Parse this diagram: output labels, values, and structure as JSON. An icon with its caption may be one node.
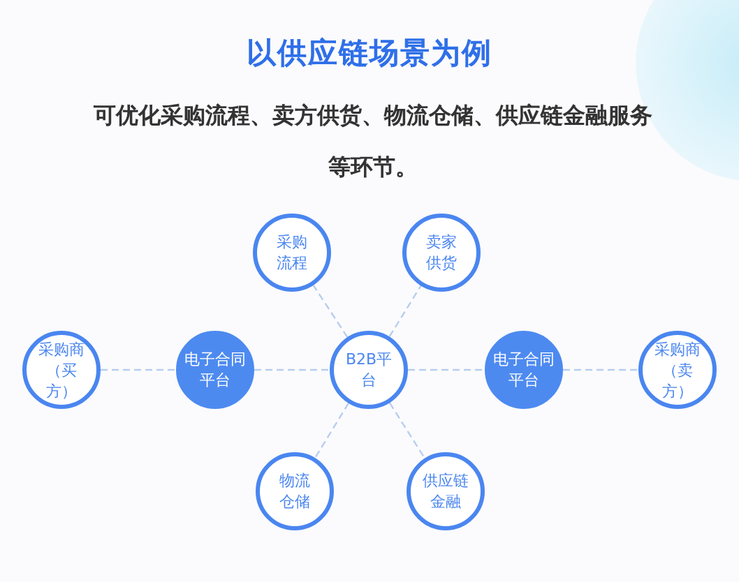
{
  "diagram": {
    "title": "以供应链场景为例",
    "nodes": [
      {
        "text": [
          "B2B平台"
        ]
      },
      {
        "text": [
          "采购流程"
        ]
      },
      {
        "text": [
          "卖家供货"
        ]
      },
      {
        "text": [
          "采购商（买方）"
        ]
      },
      {
        "text": [
          "电子合同平台"
        ]
      },
      {
        "text": [
          "电子合同平台"
        ]
      },
      {
        "text": [
          "采购商（卖方）"
        ]
      },
      {
        "text": [
          "物流仓储"
        ]
      },
      {
        "text": [
          "供应链金融"
        ]
      }
    ],
    "edges": [
      {
        "from": 0,
        "to": 1,
        "arrow": "none"
      },
      {
        "from": 0,
        "to": 2,
        "arrow": "none"
      },
      {
        "from": 3,
        "to": 4,
        "arrow": "none"
      },
      {
        "from": 4,
        "to": 0,
        "arrow": "none"
      },
      {
        "from": 0,
        "to": 5,
        "arrow": "none"
      },
      {
        "from": 5,
        "to": 6,
        "arrow": "none"
      },
      {
        "from": 0,
        "to": 7,
        "arrow": "none"
      },
      {
        "from": 0,
        "to": 8,
        "arrow": "none"
      }
    ],
    "labels": [
      "可优化采购流程、卖方供货、物流仓储、供应链金融服务等环节。"
    ]
  }
}
